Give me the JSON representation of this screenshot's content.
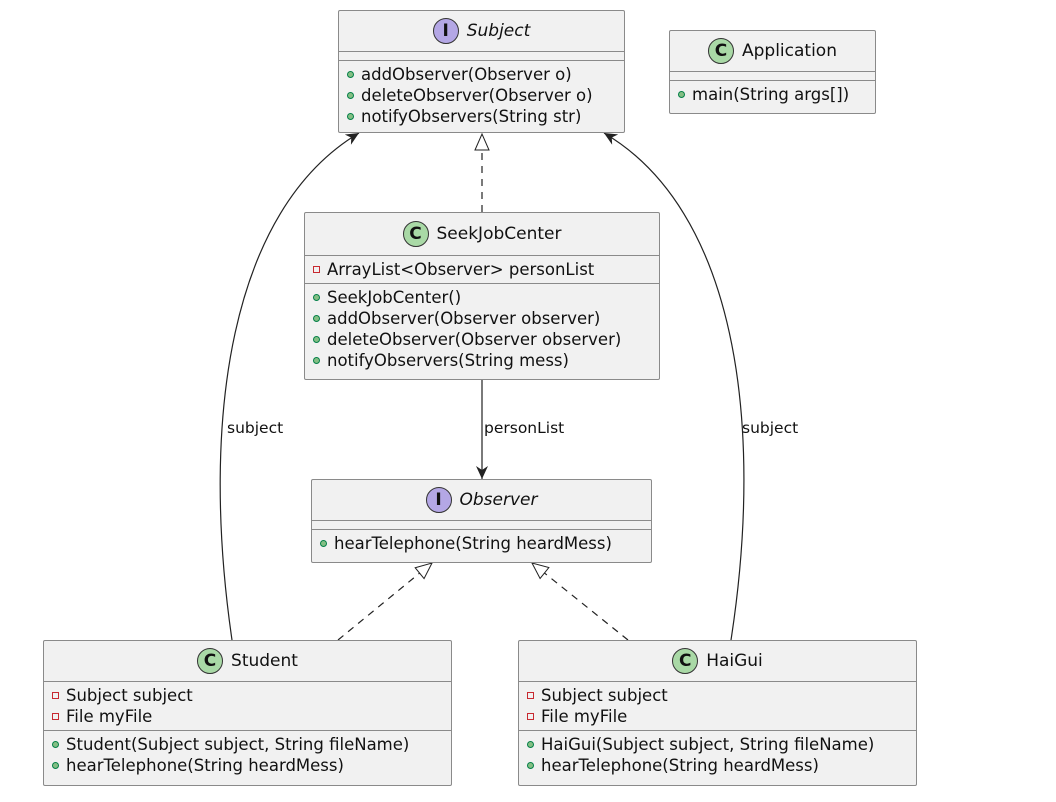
{
  "classes": {
    "subject": {
      "stereotype": "I",
      "name": "Subject",
      "fields": [],
      "methods": [
        "addObserver(Observer o)",
        "deleteObserver(Observer o)",
        "notifyObservers(String str)"
      ]
    },
    "application": {
      "stereotype": "C",
      "name": "Application",
      "fields": [],
      "methods": [
        "main(String args[])"
      ]
    },
    "seekjobcenter": {
      "stereotype": "C",
      "name": "SeekJobCenter",
      "fields": [
        "ArrayList<Observer> personList"
      ],
      "methods": [
        "SeekJobCenter()",
        "addObserver(Observer observer)",
        "deleteObserver(Observer observer)",
        "notifyObservers(String mess)"
      ]
    },
    "observer": {
      "stereotype": "I",
      "name": "Observer",
      "fields": [],
      "methods": [
        "hearTelephone(String heardMess)"
      ]
    },
    "student": {
      "stereotype": "C",
      "name": "Student",
      "fields": [
        "Subject subject",
        "File myFile"
      ],
      "methods": [
        "Student(Subject subject, String fileName)",
        "hearTelephone(String heardMess)"
      ]
    },
    "haigui": {
      "stereotype": "C",
      "name": "HaiGui",
      "fields": [
        "Subject subject",
        "File myFile"
      ],
      "methods": [
        "HaiGui(Subject subject, String fileName)",
        "hearTelephone(String heardMess)"
      ]
    }
  },
  "edge_labels": {
    "student_subject": "subject",
    "haigui_subject": "subject",
    "center_list": "personList"
  }
}
